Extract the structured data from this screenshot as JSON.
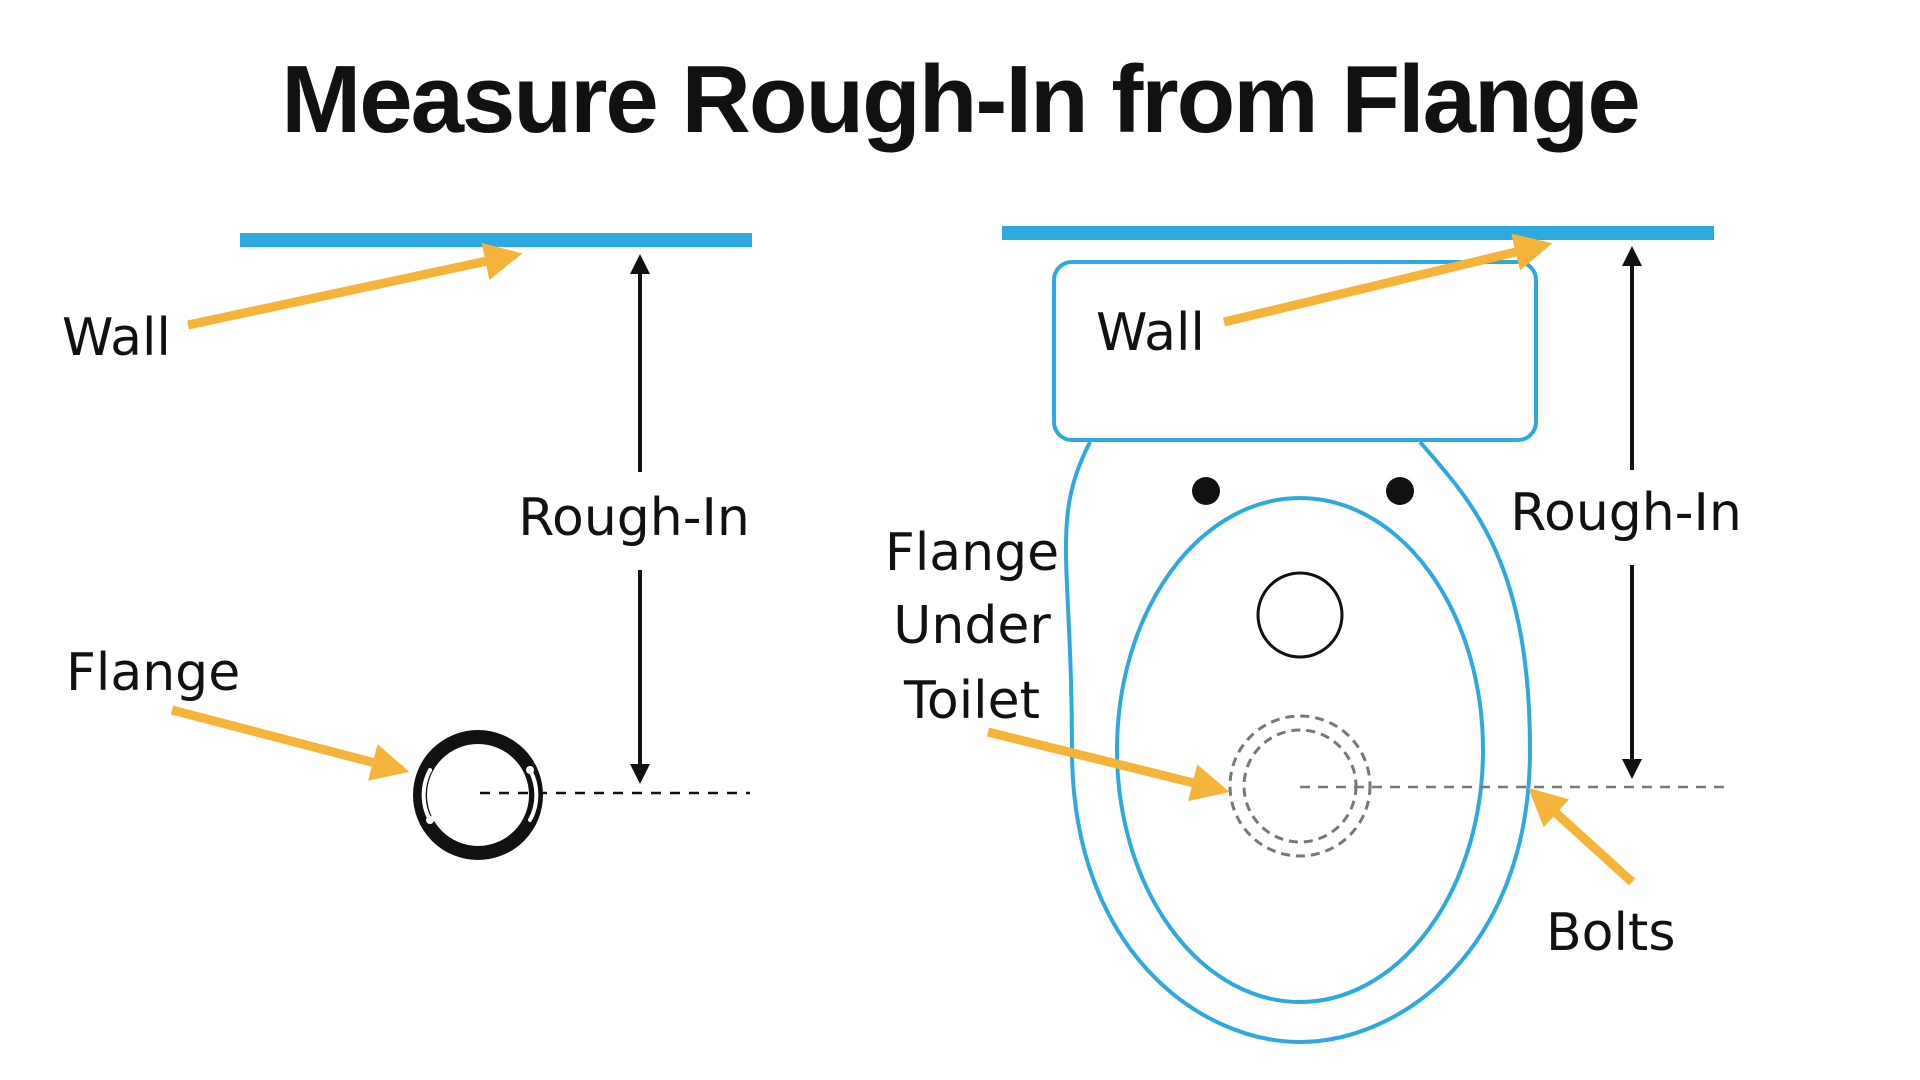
{
  "title": "Measure Rough-In from Flange",
  "colors": {
    "wall": "#2EA9E0",
    "toilet_outline": "#2EA9E0",
    "arrow": "#F6B33A",
    "ink": "#111111",
    "dashed": "#777777"
  },
  "left_panel": {
    "wall_label": "Wall",
    "rough_in_label": "Rough-In",
    "flange_label": "Flange"
  },
  "right_panel": {
    "wall_label": "Wall",
    "rough_in_label": "Rough-In",
    "flange_under_toilet_lines": [
      "Flange",
      "Under",
      "Toilet"
    ],
    "bolts_label": "Bolts"
  },
  "icons": [
    "flange-ring-icon",
    "toilet-outline-icon",
    "bolt-dot-icon"
  ]
}
